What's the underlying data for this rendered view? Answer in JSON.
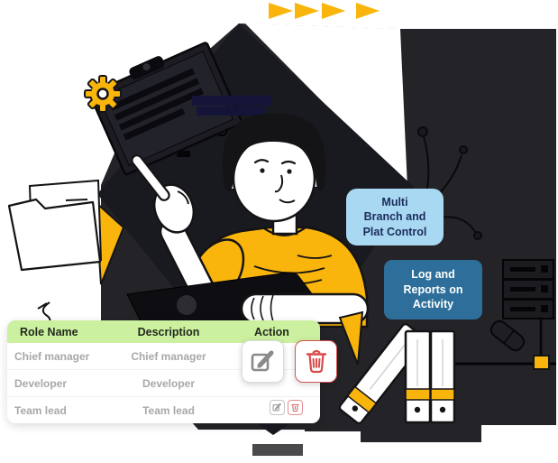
{
  "illustration": {
    "badges": {
      "multi_branch": "Multi\nBranch and\nPlat Control",
      "log_reports": "Log and\nReports on\nActivity"
    },
    "icons": [
      "gear-icon",
      "clipboard-icon",
      "folder-icon",
      "arrow-right-icon",
      "server-rack-icon",
      "binder-icon",
      "laptop-icon",
      "plant-icon"
    ],
    "colors": {
      "accent_yellow": "#f9b50b",
      "dark_shape": "#242428",
      "diamond": "#191920",
      "badge_light_blue": "#a9d9f2",
      "badge_dark_blue": "#2d6f9a",
      "badge_navy_text": "#1c2c5c"
    }
  },
  "table": {
    "headers": [
      "Role Name",
      "Description",
      "Action"
    ],
    "header_bg": "#cbf09f",
    "rows": [
      {
        "role": "Chief manager",
        "description": "Chief manager"
      },
      {
        "role": "Developer",
        "description": "Developer"
      },
      {
        "role": "Team lead",
        "description": "Team lead"
      }
    ],
    "action_icons": {
      "edit": "edit-icon",
      "delete": "trash-icon",
      "edit_color": "#8a8a8a",
      "delete_color": "#d94a4a"
    }
  }
}
